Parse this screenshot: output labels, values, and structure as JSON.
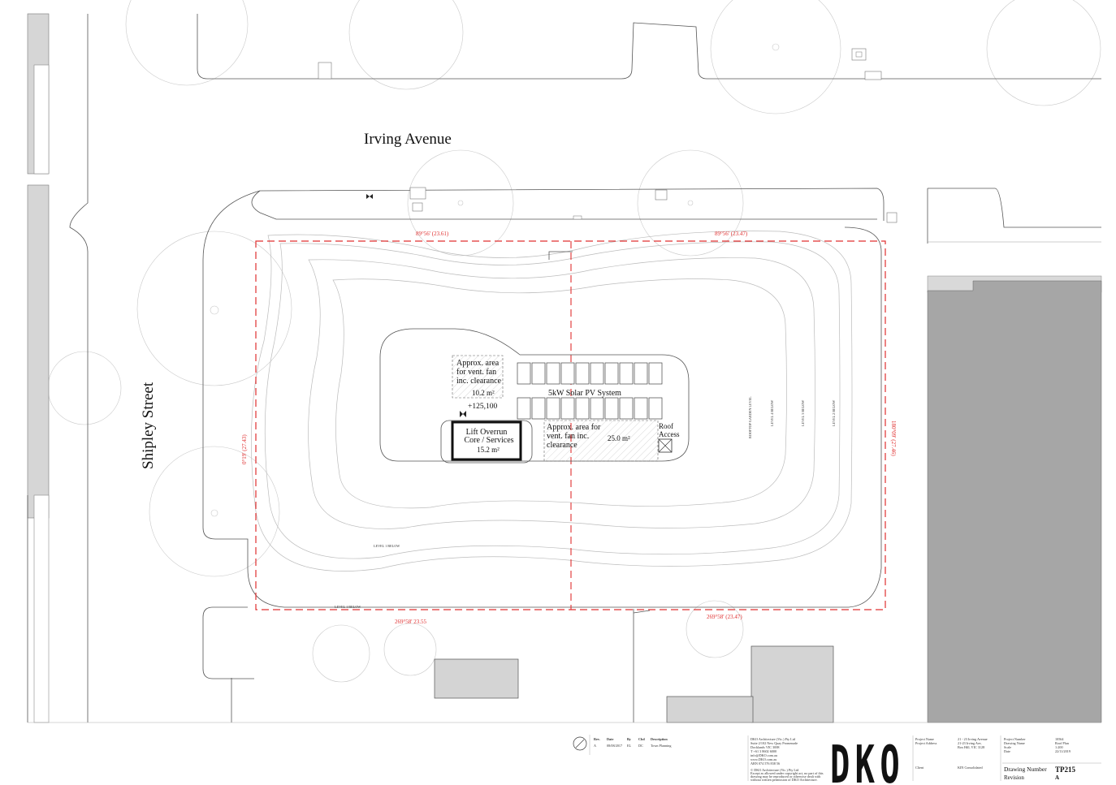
{
  "streets": {
    "north": "Irving Avenue",
    "west": "Shipley Street"
  },
  "boundary": {
    "north_left": "89°56' (23.61)",
    "north_right": "89°56' (23.47)",
    "south_left": "269°58' 23.55",
    "south_right": "269°58' (23.47)",
    "west": "0°19' (27.43)",
    "east": "180°09' (27.46)"
  },
  "roof": {
    "vent_area_1": {
      "l1": "Approx. area",
      "l2": "for vent. fan",
      "l3": "inc. clearance",
      "area": "10.2 m²"
    },
    "level": "+125,100",
    "solar": "5kW Solar PV System",
    "lift": {
      "l1": "Lift Overrun",
      "l2": "Core / Services",
      "area": "15.2 m²"
    },
    "vent_area_2": {
      "l1": "Approx. area for",
      "l2": "vent. fan inc.",
      "l3": "clearance",
      "area": "25.0 m²"
    },
    "roof_access": {
      "l1": "Roof",
      "l2": "Access"
    },
    "level_labels": [
      "ROOFTOP GARDEN LEVEL",
      "LEVEL 4 BELOW",
      "LEVEL 3 BELOW",
      "LEVEL 2 BELOW",
      "LEVEL 1 BELOW",
      "LEVEL 1 BELOW"
    ]
  },
  "title_block": {
    "rev_headers": [
      "Rev.",
      "Date",
      "By",
      "Chd",
      "Description"
    ],
    "rev_row": [
      "A",
      "08/08/2017",
      "EL",
      "DC",
      "Town Planning"
    ],
    "firm": [
      "DKO Architecture (Vic.) Pty Ltd",
      "Suite 2/102 New Quay Promenade",
      "Docklands VIC 3008",
      "T +61 3 8602 6000",
      "info@DKO.com.au",
      "www.DKO.com.au",
      "ABN 074 576 838 56"
    ],
    "copyright": [
      "© DKO Architecture (Vic.) Pty Ltd",
      "Except as allowed under copyright act, no part of this",
      "drawing may be reproduced or otherwise dealt with",
      "without written permission of DKO Architecture."
    ],
    "logo": "DKO",
    "project_labels": [
      "Project Name",
      "Project Address"
    ],
    "project_values": [
      "21 - 23 Irving Avenue",
      "21-23 Irving Ave,",
      "Box Hill, VIC 3128"
    ],
    "client_label": "Client",
    "client_value": "KIN Consolidated",
    "meta_labels": [
      "Project Number",
      "Drawing Name",
      "Scale",
      "Date"
    ],
    "meta_values": [
      "10564",
      "Roof Plan",
      "1:200",
      "22/11/2019"
    ],
    "drawing_number_label": "Drawing Number",
    "drawing_number": "TP215",
    "revision_label": "Revision",
    "revision": "A"
  }
}
